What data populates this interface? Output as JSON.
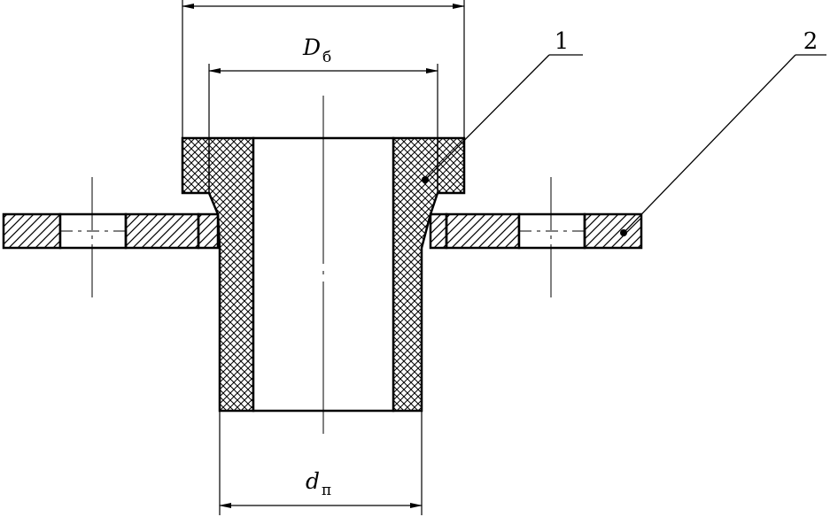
{
  "dimensions": {
    "outer_collar": {
      "label": ""
    },
    "bolt_circle": {
      "symbol": "D",
      "subscript": "б"
    },
    "pipe_diameter": {
      "symbol": "d",
      "subscript": "п"
    }
  },
  "leaders": [
    {
      "number": "1"
    },
    {
      "number": "2"
    }
  ],
  "colors": {
    "stroke": "#000000",
    "background": "#ffffff"
  }
}
